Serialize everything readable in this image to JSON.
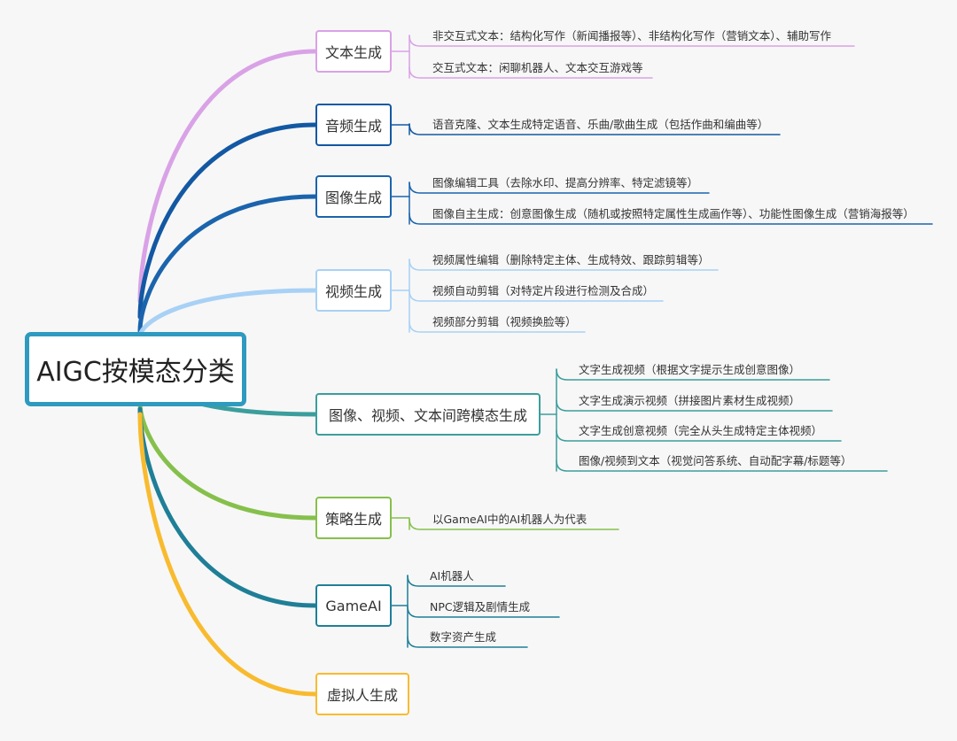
{
  "root": {
    "label": "AIGC按模态分类"
  },
  "branches": [
    {
      "label": "文本生成",
      "color": "#d9a2e6",
      "leaves": [
        "非交互式文本：结构化写作（新闻播报等）、非结构化写作（营销文本）、辅助写作",
        "交互式文本：闲聊机器人、文本交互游戏等"
      ]
    },
    {
      "label": "音频生成",
      "color": "#1358a3",
      "leaves": [
        "语音克隆、文本生成特定语音、乐曲/歌曲生成（包括作曲和编曲等）"
      ]
    },
    {
      "label": "图像生成",
      "color": "#1b64ad",
      "leaves": [
        "图像编辑工具（去除水印、提高分辨率、特定滤镜等）",
        "图像自主生成：创意图像生成（随机或按照特定属性生成画作等）、功能性图像生成（营销海报等）"
      ]
    },
    {
      "label": "视频生成",
      "color": "#a8d1f5",
      "leaves": [
        "视频属性编辑（删除特定主体、生成特效、跟踪剪辑等）",
        "视频自动剪辑（对特定片段进行检测及合成）",
        "视频部分剪辑（视频换脸等）"
      ]
    },
    {
      "label": "图像、视频、文本间跨模态生成",
      "color": "#3b9e9c",
      "leaves": [
        "文字生成视频（根据文字提示生成创意图像）",
        "文字生成演示视频（拼接图片素材生成视频）",
        "文字生成创意视频（完全从头生成特定主体视频）",
        "图像/视频到文本（视觉问答系统、自动配字幕/标题等）"
      ]
    },
    {
      "label": "策略生成",
      "color": "#86c04c",
      "leaves": [
        "以GameAI中的AI机器人为代表"
      ]
    },
    {
      "label": "GameAI",
      "color": "#1f7f97",
      "leaves": [
        "AI机器人",
        "NPC逻辑及剧情生成",
        "数字资产生成"
      ]
    },
    {
      "label": "虚拟人生成",
      "color": "#f8bb2f",
      "leaves": []
    }
  ]
}
